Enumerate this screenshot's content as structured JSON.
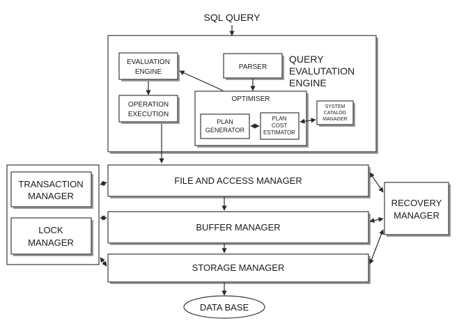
{
  "top_label": "SQL QUERY",
  "query_engine": {
    "title_lines": [
      "QUERY",
      "EVALUTATION",
      "ENGINE"
    ],
    "evaluation_engine": [
      "EVALUATION",
      "ENGINE"
    ],
    "parser": "PARSER",
    "operation_execution": [
      "OPERATION",
      "EXECUTION"
    ],
    "optimiser": "OPTIMISER",
    "plan_generator": [
      "PLAN",
      "GENERATOR"
    ],
    "plan_cost_estimator": [
      "PLAN",
      "COST",
      "ESTIMATOR"
    ],
    "system_catalog_manager": [
      "SYSTEM",
      "CATALOG",
      "MANAGER"
    ]
  },
  "managers": {
    "file_access": "FILE AND ACCESS MANAGER",
    "buffer": "BUFFER MANAGER",
    "storage": "STORAGE MANAGER",
    "transaction": [
      "TRANSACTION",
      "MANAGER"
    ],
    "lock": [
      "LOCK",
      "MANAGER"
    ],
    "recovery": [
      "RECOVERY",
      "MANAGER"
    ]
  },
  "database": "DATA BASE"
}
